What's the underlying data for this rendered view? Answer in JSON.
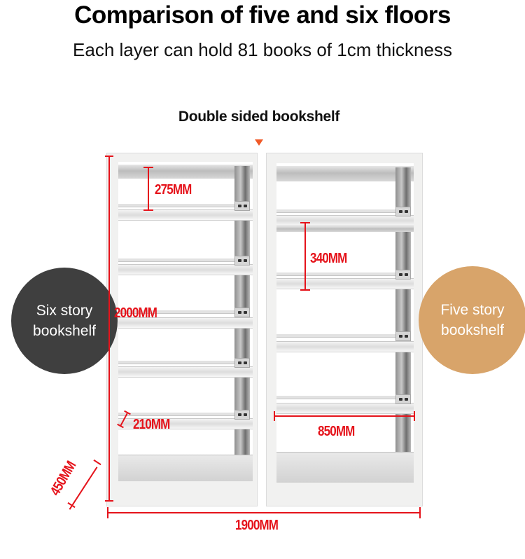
{
  "header": {
    "title": "Comparison of five and six floors",
    "subtitle": "Each layer can hold 81 books of 1cm thickness"
  },
  "figure": {
    "caption": "Double sided bookshelf",
    "pointer_icon": "down-triangle-icon",
    "labels": {
      "left": "Six story\nbookshelf",
      "left_line1": "Six story",
      "left_line2": "bookshelf",
      "right_line1": "Five story",
      "right_line2": "bookshelf"
    },
    "dimensions": {
      "height_total": "2000MM",
      "six_story_layer_height": "275MM",
      "five_story_layer_height": "340MM",
      "shelf_depth_small": "210MM",
      "overall_depth": "450MM",
      "shelf_width": "850MM",
      "overall_width": "1900MM"
    }
  },
  "colors": {
    "dimension_red": "#e5131b",
    "arrow_orange": "#f05a28",
    "six_story_circle": "#3f3f3f",
    "five_story_circle": "#d8a46a",
    "shelf_metal": "#f1f1f0"
  }
}
